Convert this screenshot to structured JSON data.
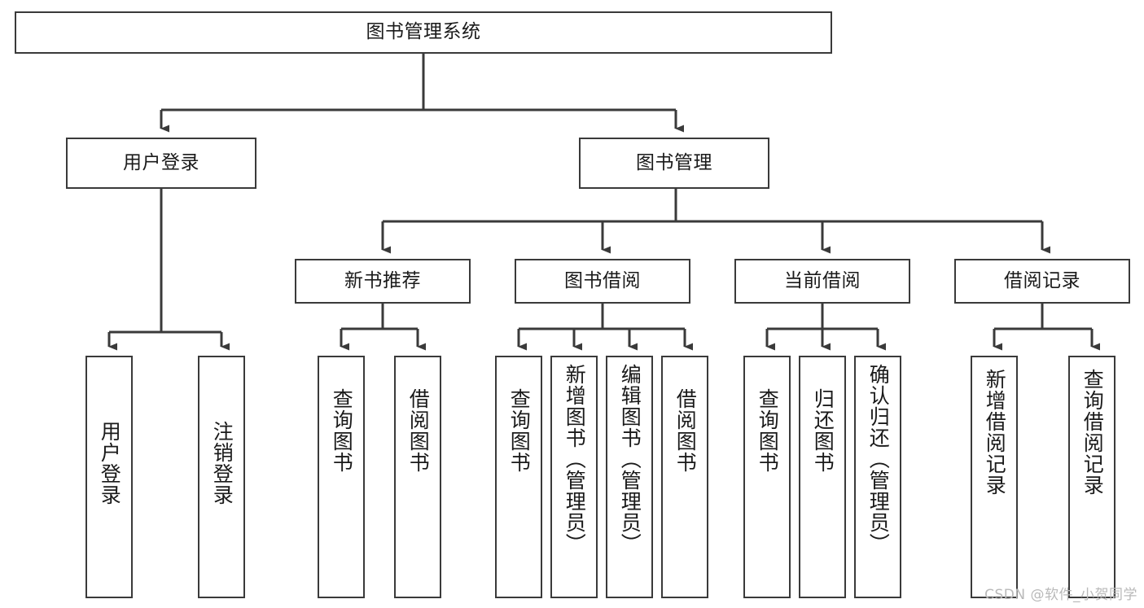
{
  "diagram": {
    "title": "图书管理系统",
    "type": "tree-hierarchy",
    "colors": {
      "box_stroke": "#3a3a3a",
      "box_fill": "#ffffff",
      "edge_stroke": "#3a3a3a",
      "text": "#1a1a1a",
      "watermark": "#b9b9b9",
      "background": "#ffffff"
    }
  },
  "root": {
    "label": "图书管理系统"
  },
  "level2": [
    {
      "label": "用户登录"
    },
    {
      "label": "图书管理"
    }
  ],
  "level3": [
    {
      "label": "新书推荐"
    },
    {
      "label": "图书借阅"
    },
    {
      "label": "当前借阅"
    },
    {
      "label": "借阅记录"
    }
  ],
  "leaves": {
    "user_login": [
      {
        "label": "用户登录"
      },
      {
        "label": "注销登录"
      }
    ],
    "new_book_recommend": [
      {
        "label": "查询图书"
      },
      {
        "label": "借阅图书"
      }
    ],
    "book_borrow": [
      {
        "label": "查询图书"
      },
      {
        "label": "新增图书（管理员）"
      },
      {
        "label": "编辑图书（管理员）"
      },
      {
        "label": "借阅图书"
      }
    ],
    "current_borrow": [
      {
        "label": "查询图书"
      },
      {
        "label": "归还图书"
      },
      {
        "label": "确认归还（管理员）"
      }
    ],
    "borrow_record": [
      {
        "label": "新增借阅记录"
      },
      {
        "label": "查询借阅记录"
      }
    ]
  },
  "watermark": {
    "text": "CSDN @软件_小贺同学"
  }
}
